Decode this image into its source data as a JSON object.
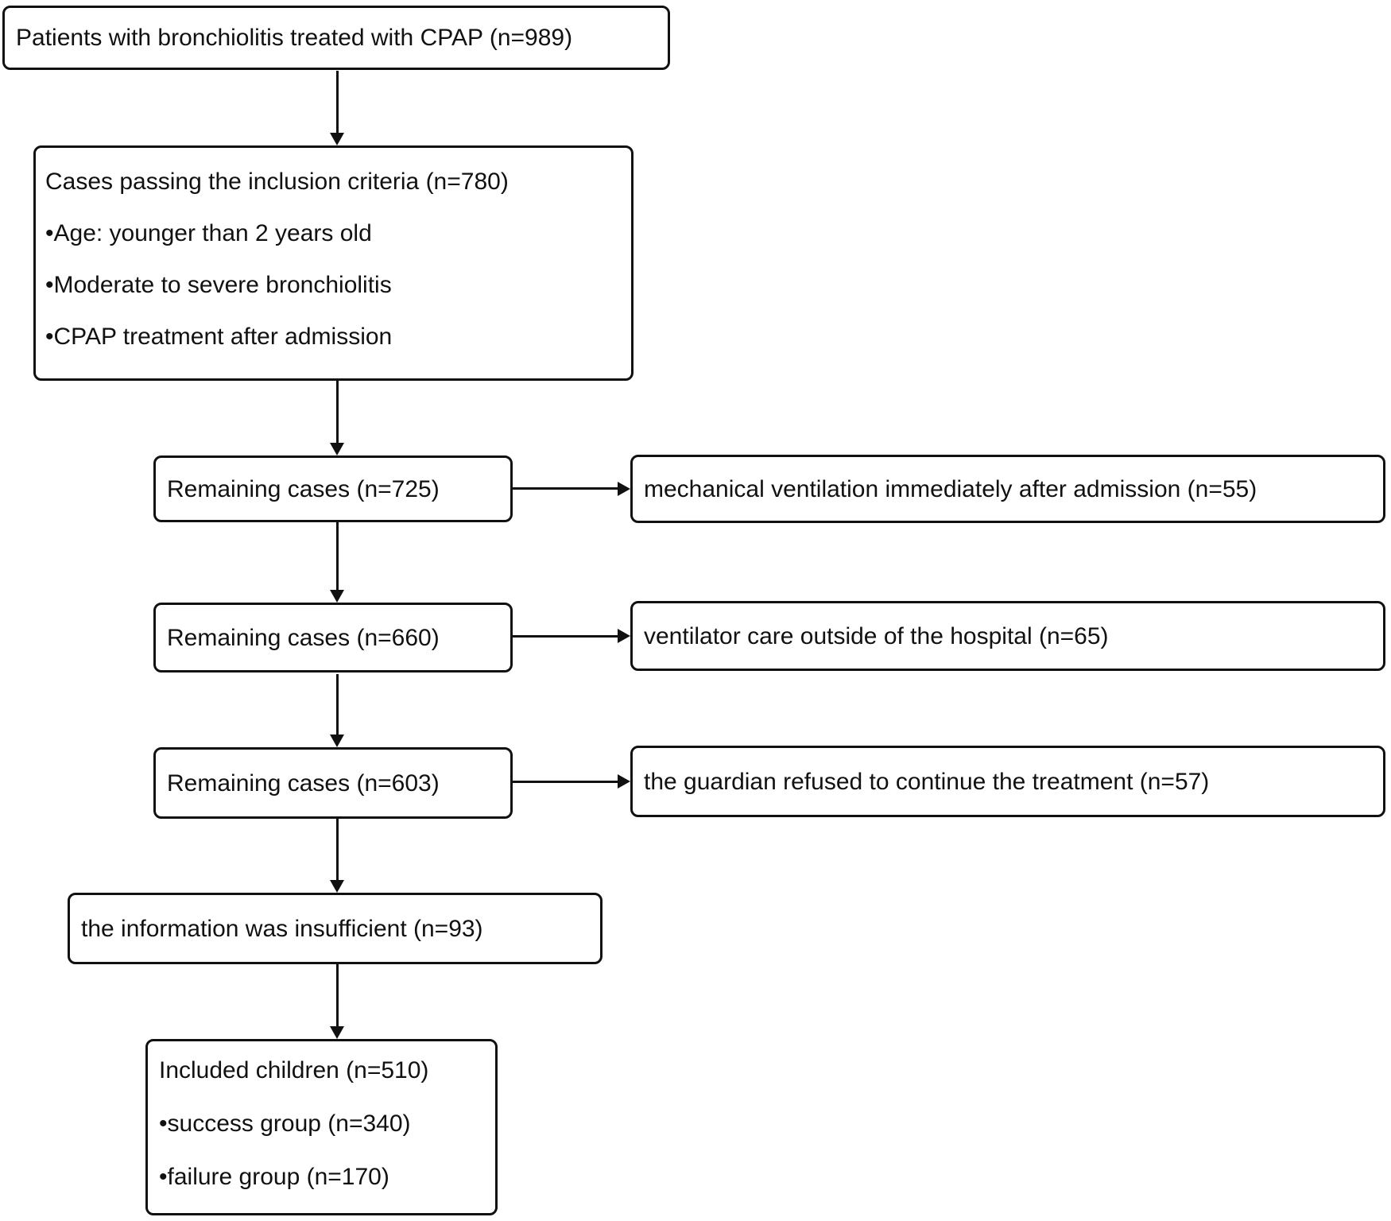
{
  "diagram": {
    "type": "flowchart",
    "colors": {
      "border": "#111111",
      "background": "#ffffff",
      "text": "#111111"
    },
    "nodes": {
      "patients": {
        "label": "Patients with bronchiolitis treated with CPAP (n=989)"
      },
      "inclusion": {
        "label": "Cases passing the inclusion criteria (n=780)",
        "criteria": [
          "•Age: younger than 2 years old",
          "•Moderate to severe bronchiolitis",
          "•CPAP treatment after admission"
        ]
      },
      "remaining_725": {
        "label": "Remaining cases (n=725)"
      },
      "excluded_mechanical_ventilation": {
        "label": "mechanical ventilation immediately after admission (n=55)"
      },
      "remaining_660": {
        "label": "Remaining cases (n=660)"
      },
      "excluded_ventilator_care": {
        "label": "ventilator care outside of the hospital (n=65)"
      },
      "remaining_603": {
        "label": "Remaining cases (n=603)"
      },
      "excluded_guardian_refused": {
        "label": "the guardian refused to continue the treatment (n=57)"
      },
      "insufficient_information": {
        "label": "the information was insufficient (n=93)"
      },
      "included": {
        "label": "Included children (n=510)",
        "groups": [
          "•success group (n=340)",
          "•failure group (n=170)"
        ]
      }
    }
  }
}
